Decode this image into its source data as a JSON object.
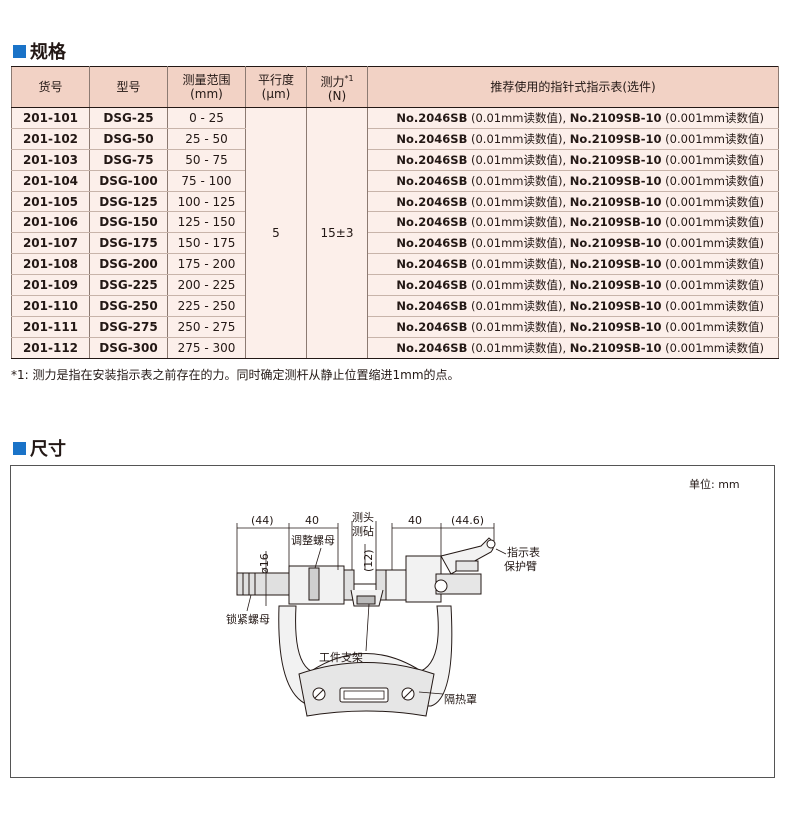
{
  "spec_section": {
    "title": "规格"
  },
  "table": {
    "headers": {
      "code": "货号",
      "model": "型号",
      "range": "测量范围",
      "range_unit": "(mm)",
      "parallel": "平行度",
      "parallel_unit": "(μm)",
      "force": "测力",
      "force_sup": "*1",
      "force_unit": "(N)",
      "rec": "推荐使用的指针式指示表(选件)"
    },
    "rows": [
      {
        "code": "201-101",
        "model": "DSG-25",
        "range": "0 - 25"
      },
      {
        "code": "201-102",
        "model": "DSG-50",
        "range": "25 - 50"
      },
      {
        "code": "201-103",
        "model": "DSG-75",
        "range": "50 - 75"
      },
      {
        "code": "201-104",
        "model": "DSG-100",
        "range": "75 - 100"
      },
      {
        "code": "201-105",
        "model": "DSG-125",
        "range": "100 - 125"
      },
      {
        "code": "201-106",
        "model": "DSG-150",
        "range": "125 - 150"
      },
      {
        "code": "201-107",
        "model": "DSG-175",
        "range": "150 - 175"
      },
      {
        "code": "201-108",
        "model": "DSG-200",
        "range": "175 - 200"
      },
      {
        "code": "201-109",
        "model": "DSG-225",
        "range": "200 - 225"
      },
      {
        "code": "201-110",
        "model": "DSG-250",
        "range": "225 - 250"
      },
      {
        "code": "201-111",
        "model": "DSG-275",
        "range": "250 - 275"
      },
      {
        "code": "201-112",
        "model": "DSG-300",
        "range": "275 - 300"
      }
    ],
    "parallel_value": "5",
    "force_value": "15±3",
    "rec_part1": "No.2046SB",
    "rec_part2": " (0.01mm读数值), ",
    "rec_part3": "No.2109SB-10",
    "rec_part4": " (0.001mm读数值)"
  },
  "footnote": "*1: 测力是指在安装指示表之前存在的力。同时确定测杆从静止位置缩进1mm的点。",
  "dim_section": {
    "title": "尺寸"
  },
  "drawing": {
    "unit": "单位: mm",
    "dim_44": "(44)",
    "dim_40_left": "40",
    "dim_40_right": "40",
    "dim_446": "(44.6)",
    "dim_phi16": "ø16",
    "dim_12": "(12)",
    "label_adjust_nut": "调整螺母",
    "label_anvil_1": "测头",
    "label_anvil_2": "测砧",
    "label_indicator_1": "指示表",
    "label_indicator_2": "保护臂",
    "label_lock_nut": "锁紧螺母",
    "label_work_stand": "工件支架",
    "label_heat_shield": "隔热罩"
  }
}
